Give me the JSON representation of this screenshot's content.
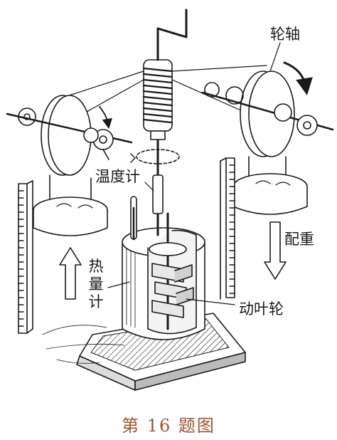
{
  "labels": {
    "axle": "轮轴",
    "thermometer": "温度计",
    "counterweight": "配重",
    "calorimeter": [
      "热",
      "量",
      "计"
    ],
    "paddle_wheel": "动叶轮"
  },
  "caption": "第 16 题图",
  "colors": {
    "ink": "#1a1a1a",
    "caption": "#a0522d",
    "background": "#ffffff"
  }
}
